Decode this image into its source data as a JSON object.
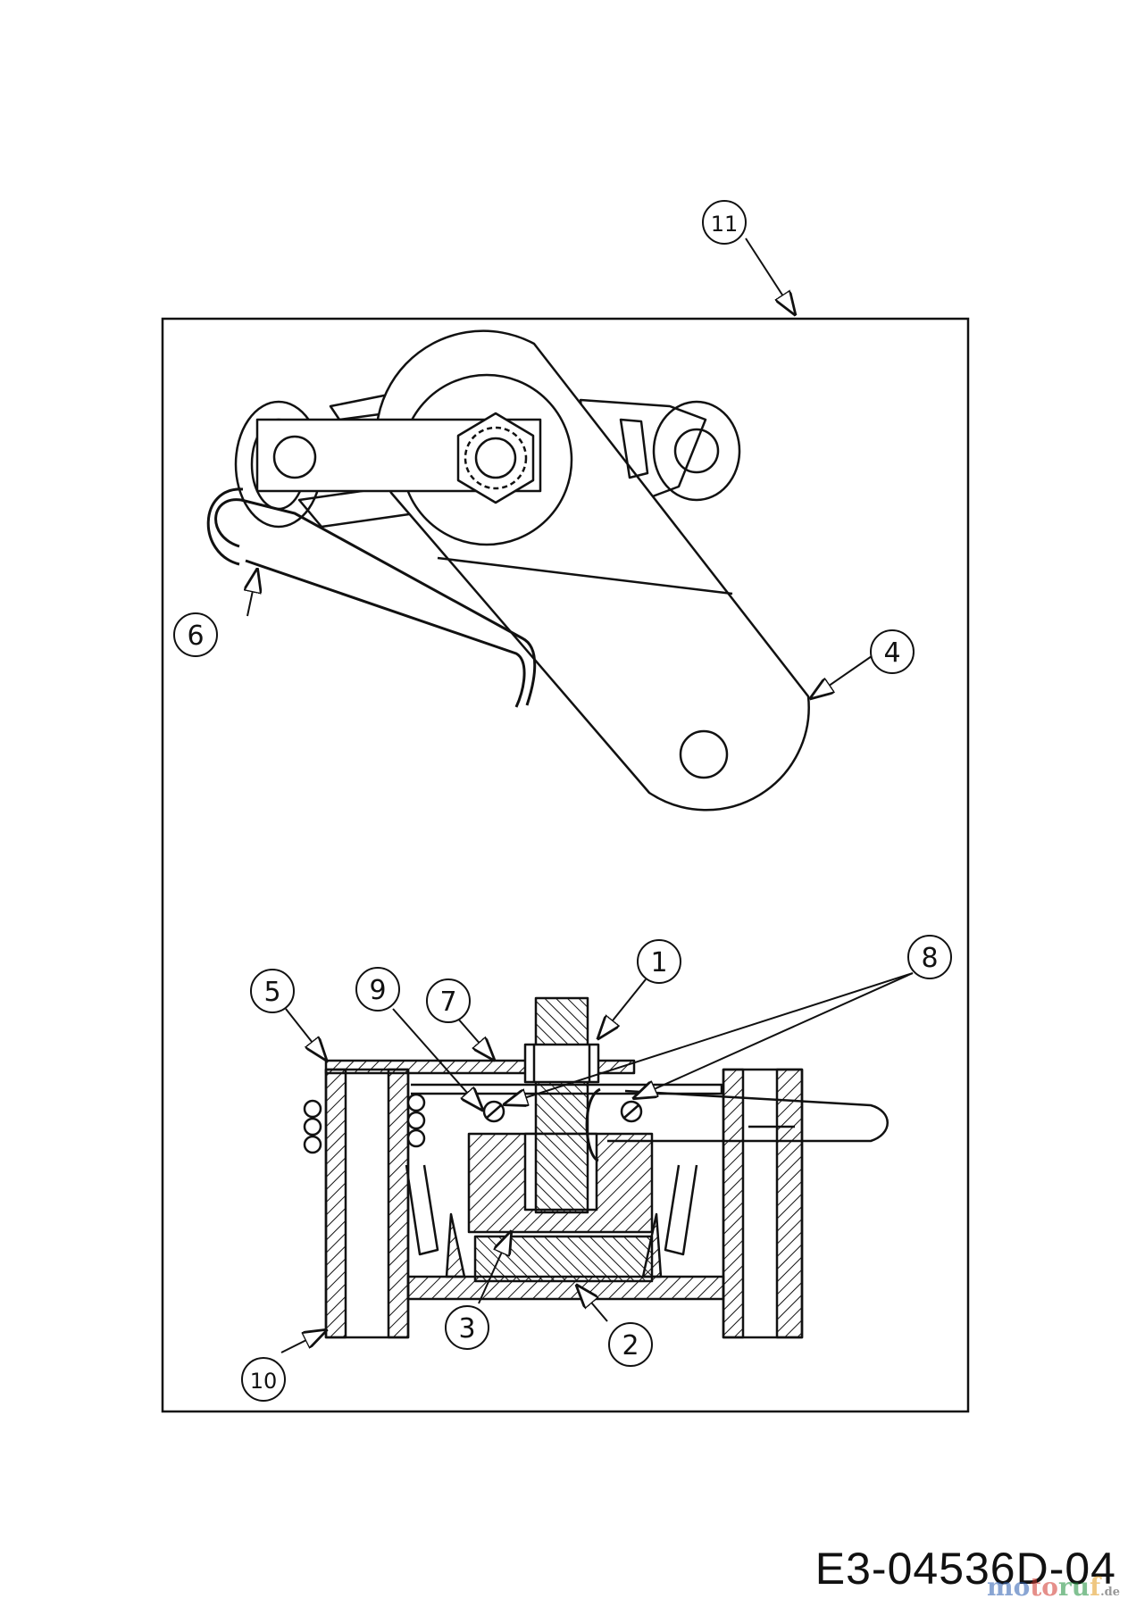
{
  "callouts": {
    "c1": "1",
    "c2": "2",
    "c3": "3",
    "c4": "4",
    "c5": "5",
    "c6": "6",
    "c7": "7",
    "c8": "8",
    "c9": "9",
    "c10": "10",
    "c11": "11"
  },
  "drawing_code": "E3-04536D-04",
  "watermark": {
    "p1": "mo",
    "p2": "to",
    "p3": "ru",
    "p4": "f",
    "domain": ".de"
  }
}
